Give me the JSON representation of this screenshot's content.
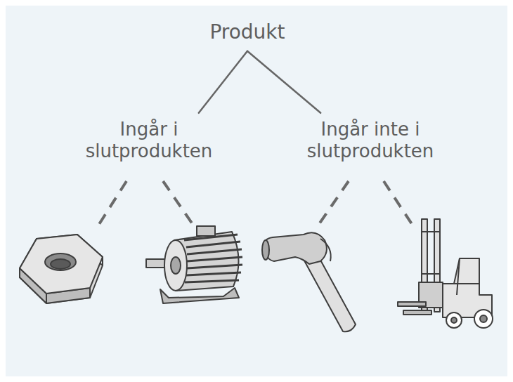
{
  "diagram": {
    "nodes": [
      {
        "text": [
          "Produkt"
        ]
      },
      {
        "text": [
          "Ingår i slutprodukten"
        ]
      },
      {
        "text": [
          "Ingår inte i slutprodukten"
        ]
      }
    ],
    "edges": [
      {
        "from": 0,
        "to": 1,
        "arrow": "none"
      },
      {
        "from": 0,
        "to": 2,
        "arrow": "none"
      }
    ]
  }
}
